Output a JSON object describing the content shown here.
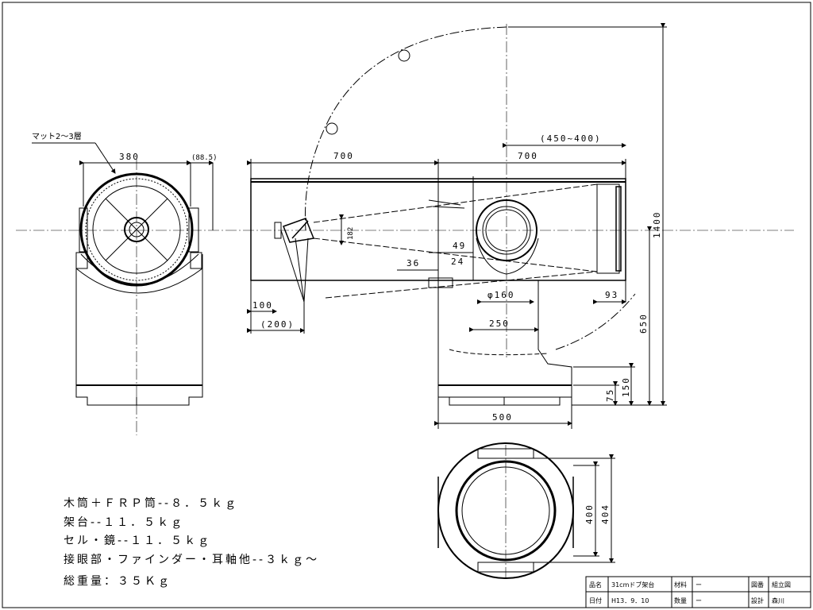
{
  "drawing": {
    "callout": "マット2～3層",
    "dims": {
      "d380": "380",
      "d88_5": "(88.5)",
      "d700_left": "700",
      "d700_right": "700",
      "d450_400": "(450~400)",
      "d1400": "1400",
      "d650": "650",
      "d150": "150",
      "d75": "75",
      "d182": "182",
      "d49": "49",
      "d36": "36",
      "d24": "24",
      "d100": "100",
      "d200": "(200)",
      "d160": "φ160",
      "d93": "93",
      "d250": "250",
      "d500": "500",
      "d400": "400",
      "d404": "404"
    },
    "weights": [
      "木筒＋ＦＲＰ筒--８．５ｋｇ",
      "架台--１１．５ｋｇ",
      "セル・鏡--１１．５ｋｇ",
      "接眼部・ファインダー・耳軸他--３ｋｇ～",
      "総重量：３５Ｋｇ"
    ]
  },
  "title_block": {
    "name_label": "品名",
    "name_value": "31cmドブ架台",
    "material_label": "材料",
    "material_value": "ー",
    "drawing_no_label": "図番",
    "drawing_no_value": "組立図",
    "date_label": "日付",
    "date_value": "H13．9．10",
    "qty_label": "数量",
    "qty_value": "ー",
    "design_label": "設計",
    "design_value": "森川"
  }
}
